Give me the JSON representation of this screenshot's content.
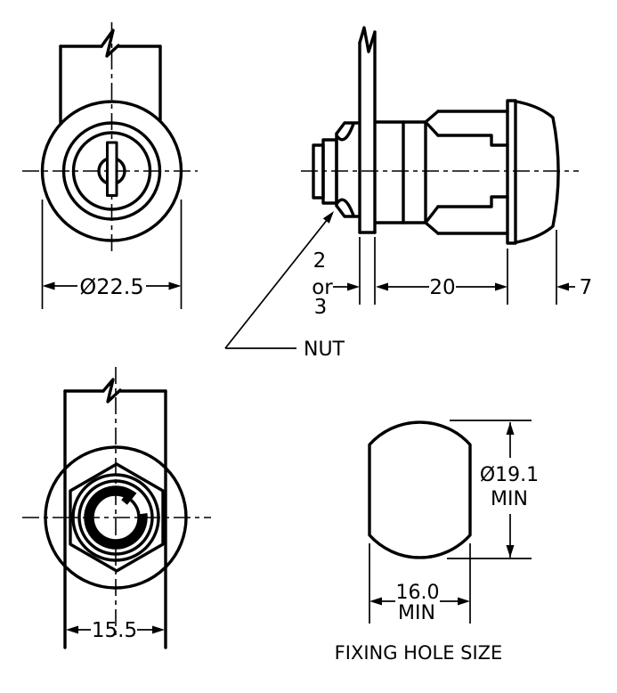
{
  "drawing": {
    "title": "Cam lock dimension drawing",
    "line_color": "#000000",
    "background_color": "#ffffff",
    "front_view": {
      "dim_face_diameter": "Ø22.5"
    },
    "side_view": {
      "dim_panel_thickness": [
        "2",
        "or",
        "3"
      ],
      "dim_body_length": "20",
      "dim_head_depth": "7",
      "nut_label": "NUT"
    },
    "rear_view": {
      "dim_cam_width": "15.5"
    },
    "fixing_hole_view": {
      "dim_hole_diameter": "Ø19.1",
      "dim_hole_diameter_qualifier": "MIN",
      "dim_hole_width": "16.0",
      "dim_hole_width_qualifier": "MIN",
      "caption": "FIXING HOLE SIZE"
    }
  }
}
